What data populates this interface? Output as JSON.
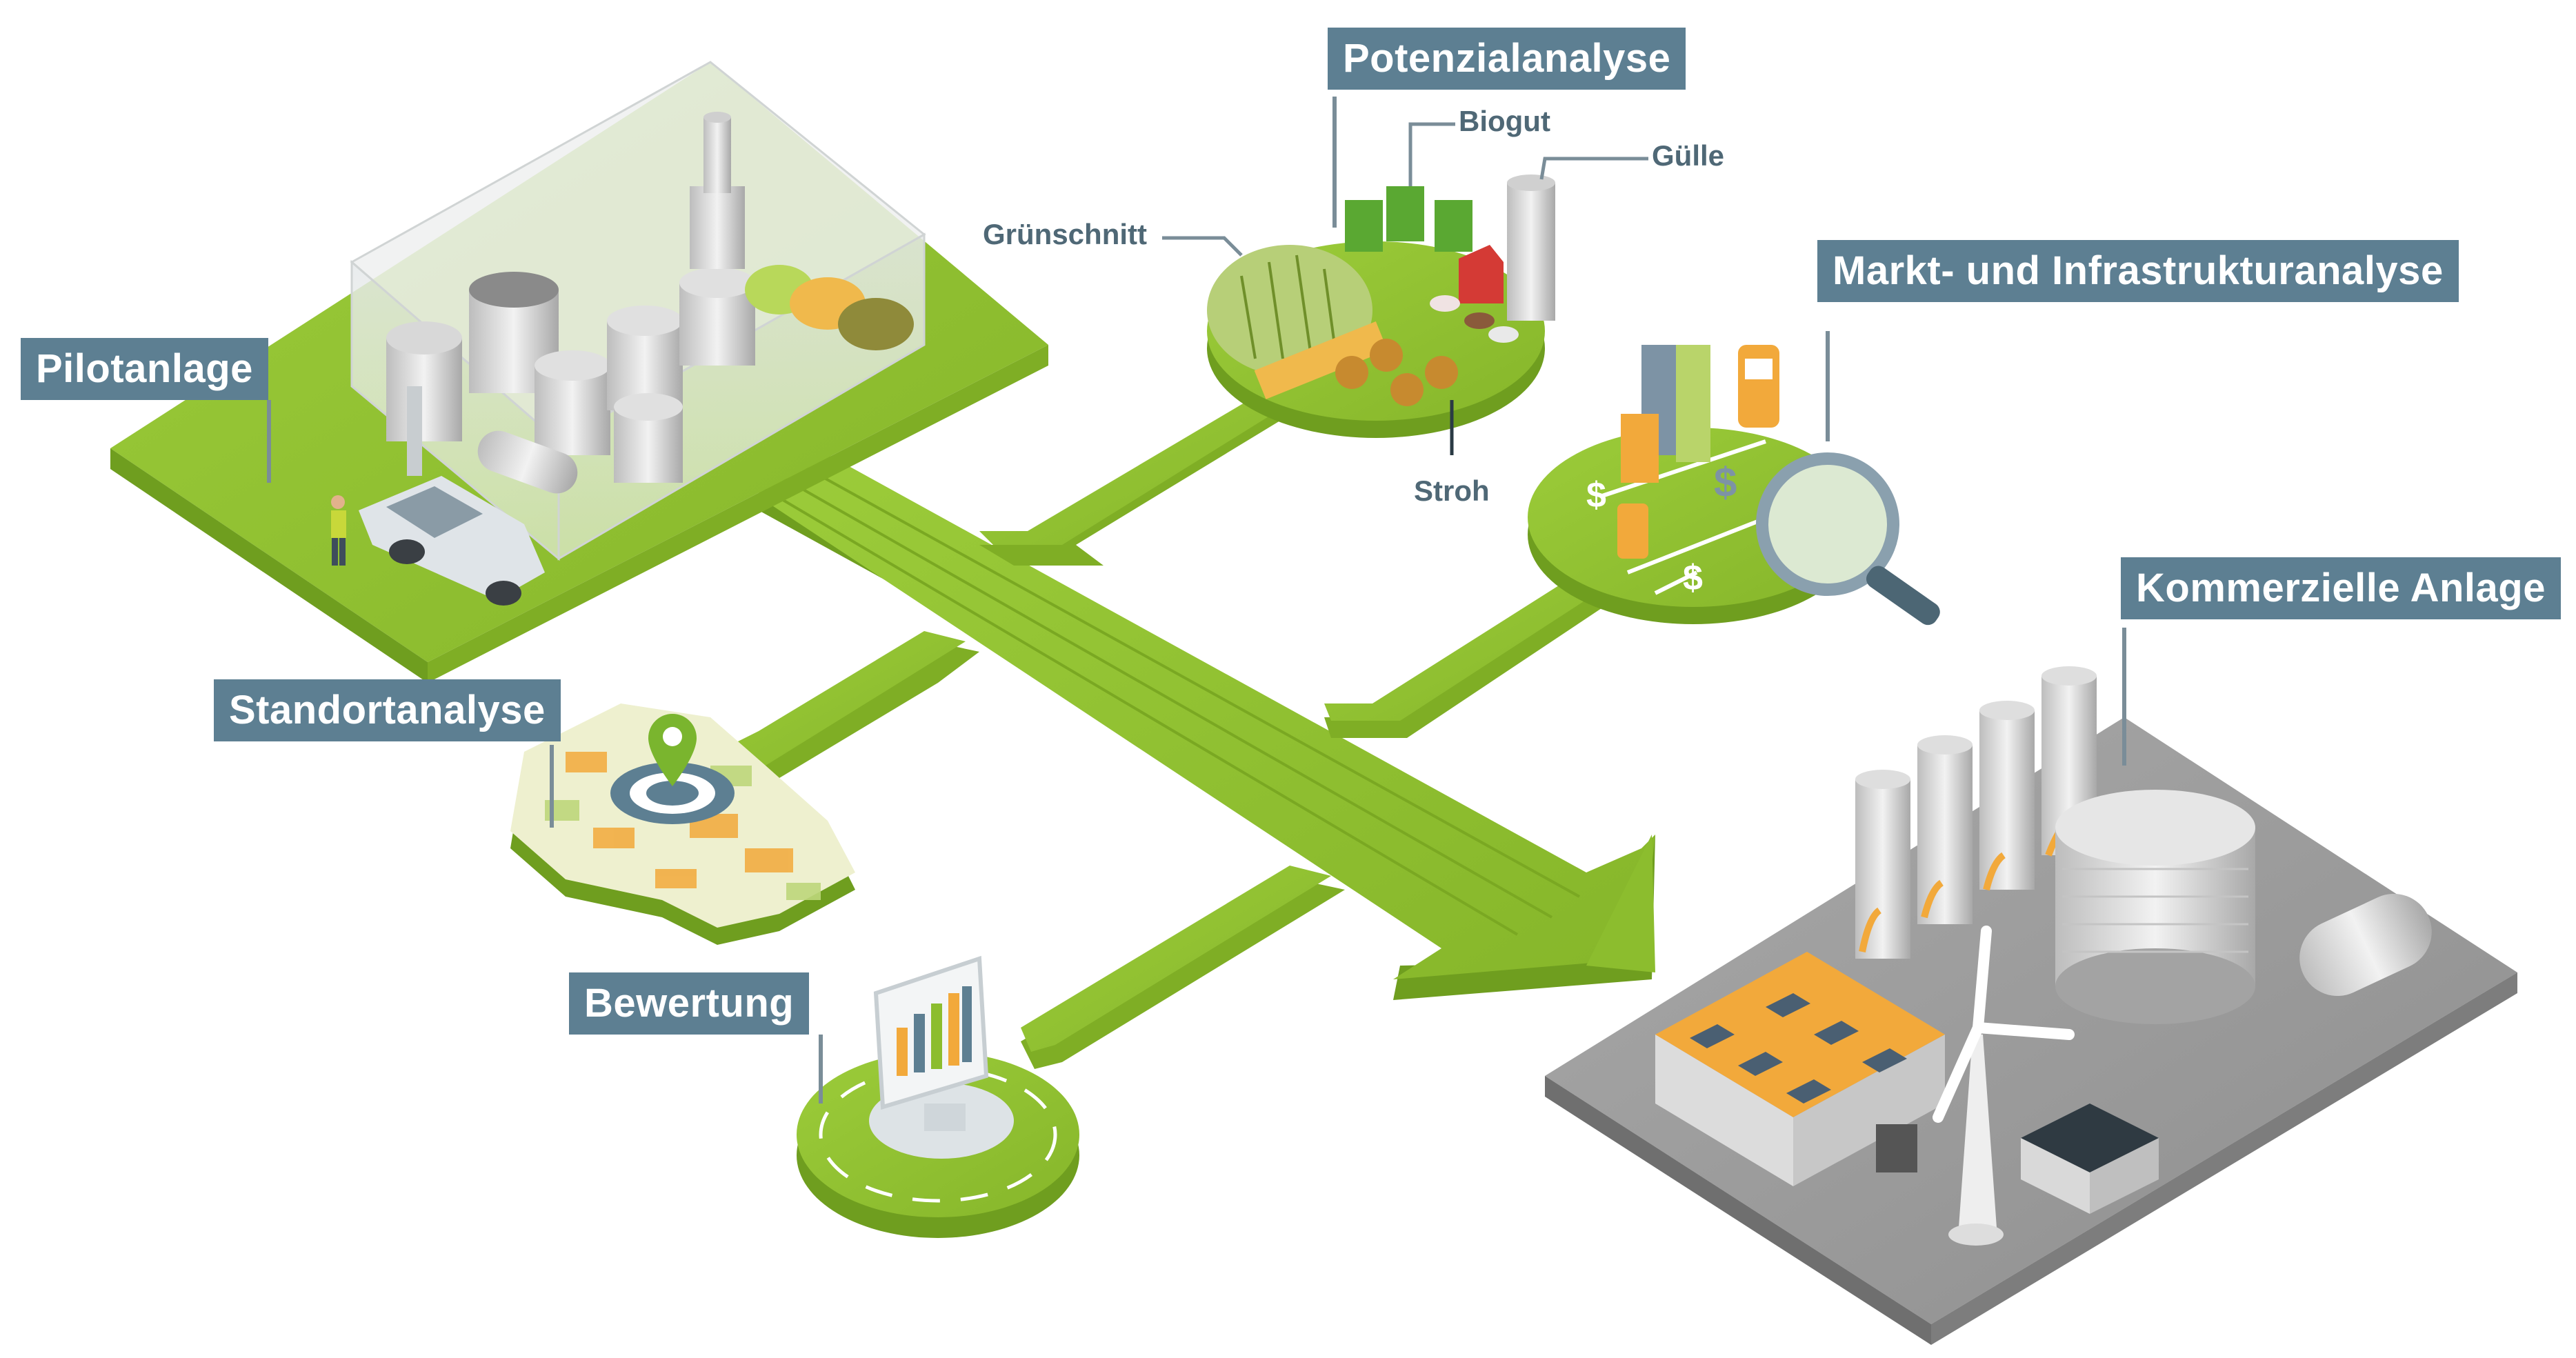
{
  "stations": {
    "pilotanlage": "Pilotanlage",
    "potenzialanalyse": "Potenzialanalyse",
    "markt": "Markt- und Infrastrukturanalyse",
    "kommerzielle": "Kommerzielle Anlage",
    "standortanalyse": "Standortanalyse",
    "bewertung": "Bewertung"
  },
  "feedstock": {
    "biogut": "Biogut",
    "guelle": "Gülle",
    "gruenschnitt": "Grünschnitt",
    "stroh": "Stroh"
  },
  "colors": {
    "green": "#8cbd2e",
    "green_dark": "#6f9e1f",
    "label_bg": "#5d7f92",
    "label_text": "#ffffff",
    "callout_text": "#4f6876",
    "grey_platform": "#9a9a9a",
    "orange": "#f2a93b"
  },
  "icons": {
    "route_arrow": "arrow-right-icon",
    "map_pin": "map-pin-icon",
    "search": "magnifier-icon",
    "wind": "wind-turbine-icon",
    "chart": "bar-chart-icon"
  }
}
